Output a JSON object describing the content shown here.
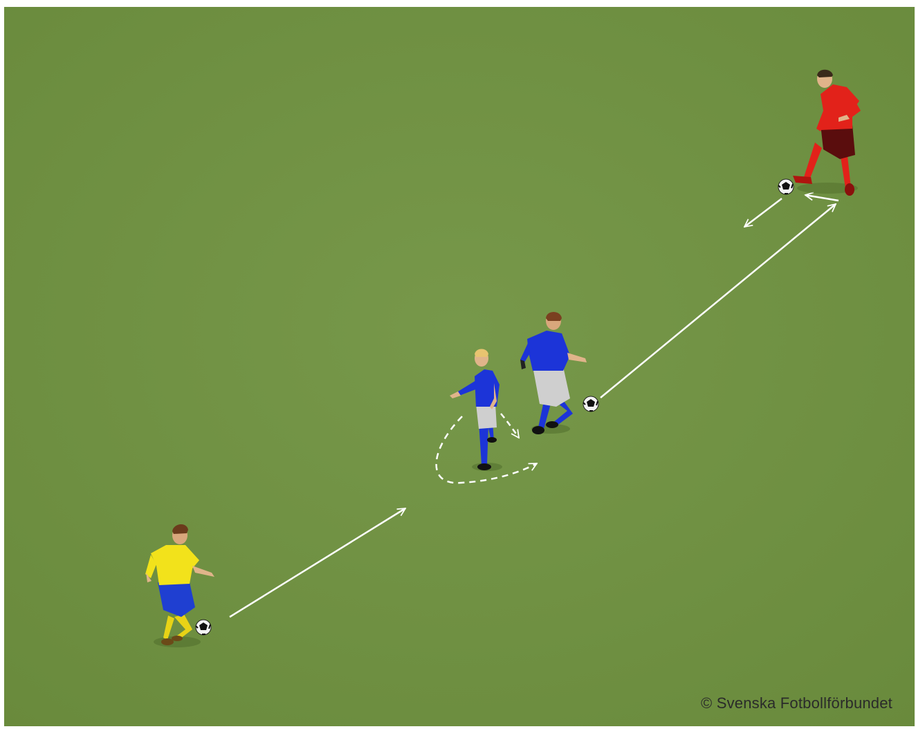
{
  "copyright": "© Svenska Fotbollförbundet",
  "players": [
    {
      "team": "yellow",
      "shirt": "#f2e21b",
      "shorts": "#1f3fd1",
      "socks": "#e8d316",
      "has_ball": true
    },
    {
      "team": "blue",
      "shirt": "#1c34d8",
      "shorts": "#cfcfcf",
      "socks": "#1c34d8",
      "has_ball": false
    },
    {
      "team": "blue",
      "shirt": "#1c34d8",
      "shorts": "#cfcfcf",
      "socks": "#1c34d8",
      "has_ball": true
    },
    {
      "team": "red",
      "shirt": "#e2221a",
      "shorts": "#5a0d0d",
      "socks": "#e2221a",
      "has_ball": true
    }
  ],
  "arrows": [
    {
      "style": "solid",
      "meaning": "pass"
    },
    {
      "style": "dashed",
      "meaning": "run"
    },
    {
      "style": "dashed",
      "meaning": "run"
    },
    {
      "style": "solid",
      "meaning": "pass"
    },
    {
      "style": "solid",
      "meaning": "pass"
    },
    {
      "style": "solid",
      "meaning": "pass"
    }
  ],
  "colors": {
    "grass": "#6f9140",
    "arrow": "#ffffff"
  }
}
